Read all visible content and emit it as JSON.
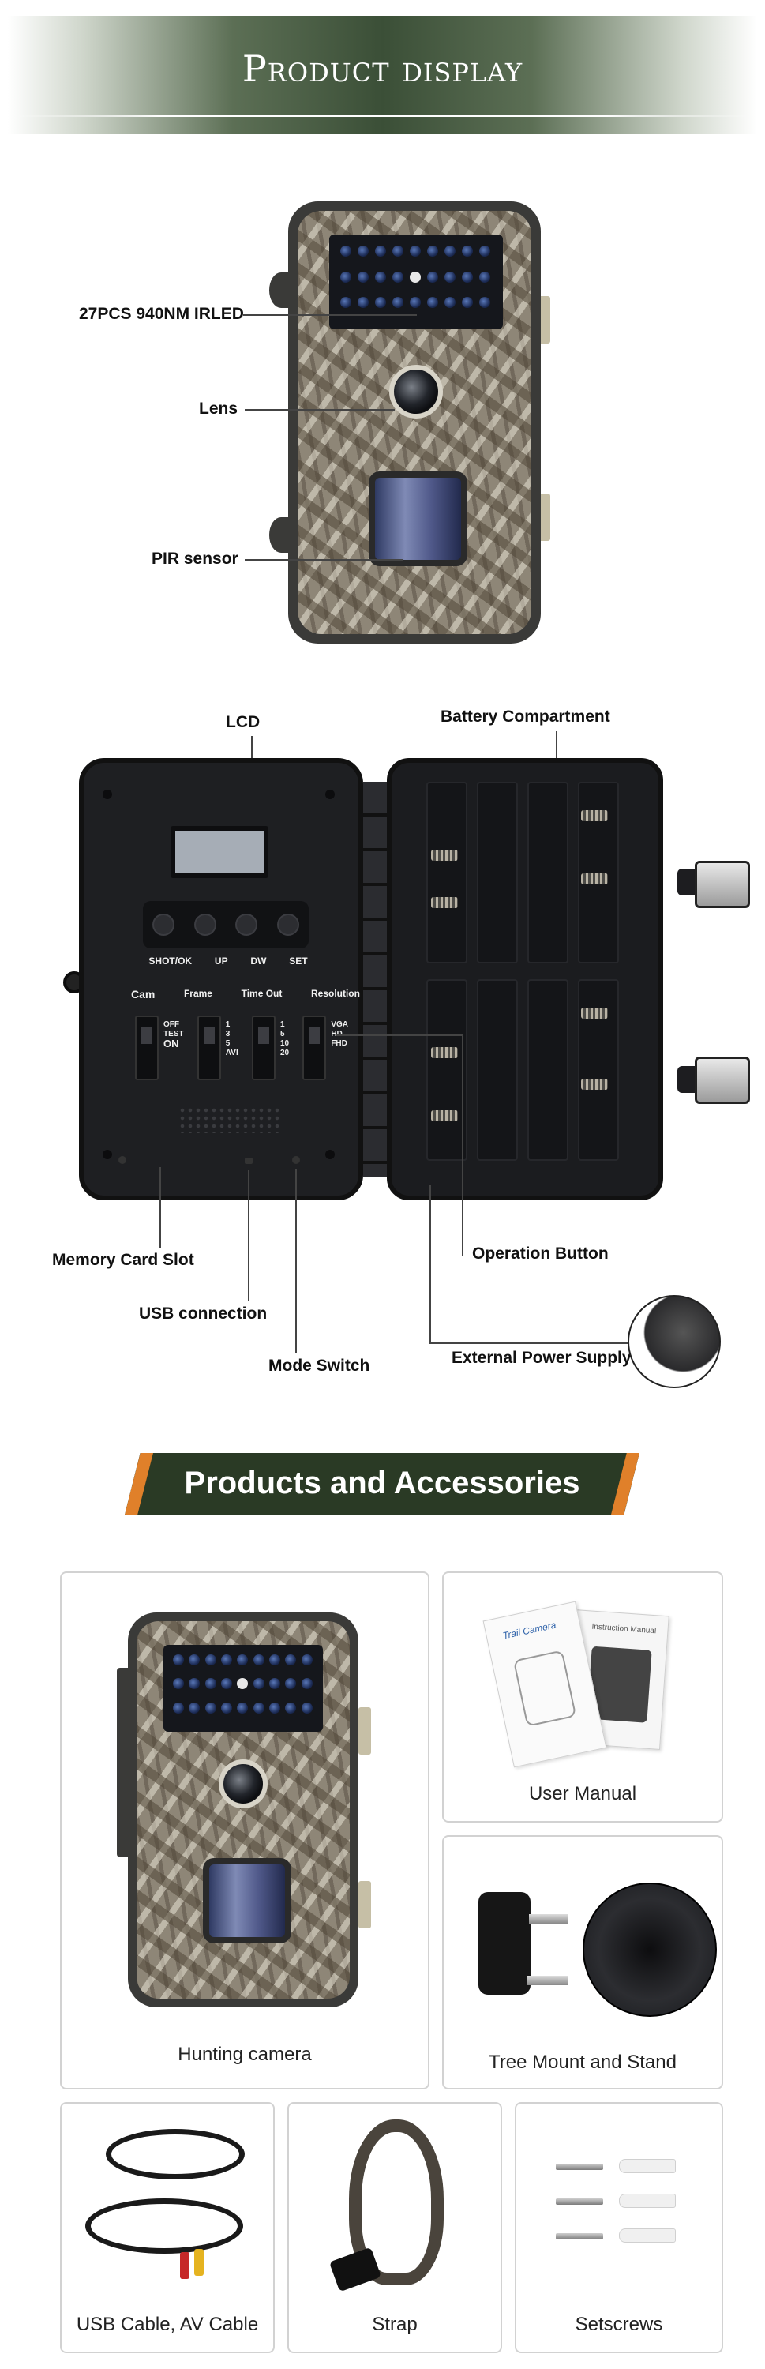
{
  "header": {
    "title": "Product display"
  },
  "front_callouts": {
    "irled": "27PCS 940NM IRLED",
    "lens": "Lens",
    "pir": "PIR sensor"
  },
  "open_callouts": {
    "lcd": "LCD",
    "battery": "Battery Compartment",
    "memory_card": "Memory Card Slot",
    "usb": "USB connection",
    "mode_switch": "Mode Switch",
    "operation_button": "Operation Button",
    "external_power": "External Power Supply"
  },
  "control_panel": {
    "buttons": [
      "SHOT/OK",
      "UP",
      "DW",
      "SET"
    ],
    "switch_headers": [
      "Cam",
      "Frame",
      "Time Out",
      "Resolution"
    ],
    "cam_options": [
      "OFF",
      "TEST",
      "ON"
    ],
    "frame_options": [
      "1",
      "3",
      "5",
      "AVI"
    ],
    "timeout_options": [
      "1",
      "5",
      "10",
      "20"
    ],
    "resolution_options": [
      "VGA",
      "HD",
      "FHD"
    ]
  },
  "section": {
    "title": "Products and Accessories"
  },
  "accessories": {
    "hunting_camera": "Hunting camera",
    "user_manual": "User Manual",
    "tree_mount": "Tree Mount and Stand",
    "usb_cable": "USB Cable, AV Cable",
    "strap": "Strap",
    "setscrews": "Setscrews"
  },
  "manual_cover": {
    "title": "Trail Camera",
    "subtitle": "Instruction Manual"
  },
  "colors": {
    "banner_green": "#3b4f37",
    "section_green": "#2a3a25",
    "accent_orange": "#e0802a"
  }
}
